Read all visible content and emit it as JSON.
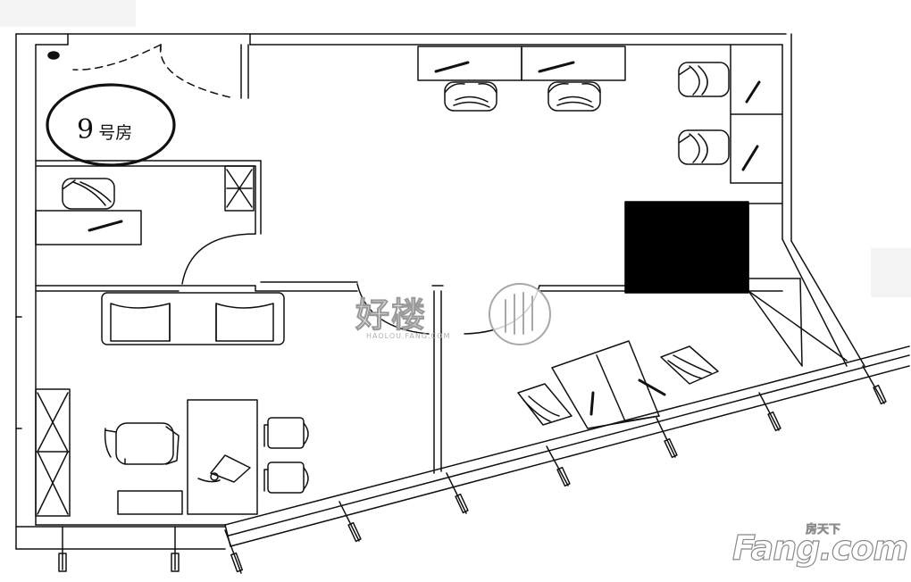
{
  "room_label": {
    "number": "9",
    "text": "号房"
  },
  "watermarks": {
    "center_text": "好楼",
    "center_sub": "HAOLOU.FANG.COM",
    "brand_text": "Fang.com",
    "brand_cn": "房天下"
  },
  "colors": {
    "line": "#111111",
    "fill_solid": "#000000",
    "background": "#ffffff",
    "watermark": "#9a9a9a"
  },
  "icons": [
    "door-swing-icon",
    "chair-icon",
    "desk-icon",
    "sofa-icon",
    "cabinet-icon",
    "column-icon",
    "phone-icon",
    "window-mullion-icon"
  ]
}
